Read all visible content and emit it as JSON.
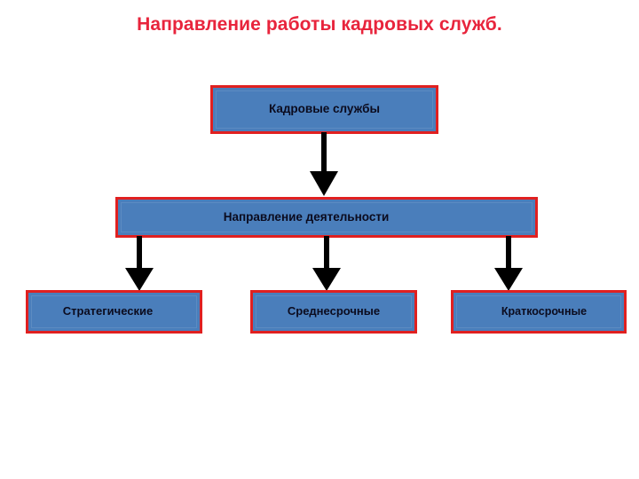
{
  "slide": {
    "title": "Направление работы кадровых служб.",
    "background_color": "#ffffff",
    "title_color": "#e8243c"
  },
  "theme": {
    "node_fill": "#4a7ebb",
    "node_border": "#e02020",
    "node_text": "#0b0b1e",
    "arrow_color": "#000000"
  },
  "diagram": {
    "type": "flowchart",
    "orientation": "top-down",
    "nodes": [
      {
        "id": "top",
        "label": "Кадровые службы",
        "level": 1
      },
      {
        "id": "mid",
        "label": "Направление деятельности",
        "level": 2
      },
      {
        "id": "a",
        "label": "Стратегические",
        "level": 3
      },
      {
        "id": "b",
        "label": "Среднесрочные",
        "level": 3
      },
      {
        "id": "c",
        "label": "Краткосрочные",
        "level": 3
      }
    ],
    "edges": [
      {
        "id": "top-mid",
        "from": "top",
        "to": "mid",
        "marker": "arrow-down-icon"
      },
      {
        "id": "mid-a",
        "from": "mid",
        "to": "a",
        "marker": "arrow-down-icon"
      },
      {
        "id": "mid-b",
        "from": "mid",
        "to": "b",
        "marker": "arrow-down-icon"
      },
      {
        "id": "mid-c",
        "from": "mid",
        "to": "c",
        "marker": "arrow-down-icon"
      }
    ]
  }
}
